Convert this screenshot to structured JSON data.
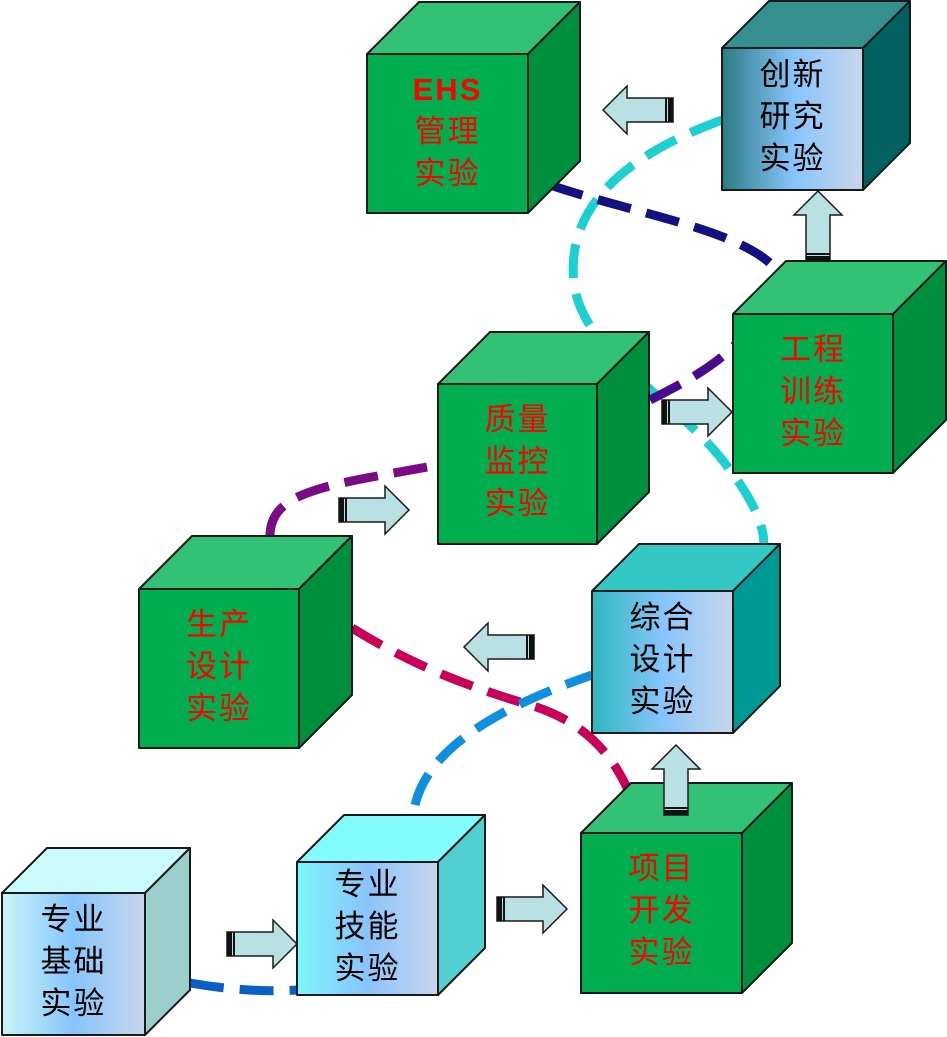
{
  "diagram": {
    "title": "Experiment teaching progression diagram",
    "colors": {
      "advanced_text": "#ff0000",
      "basic_text": "#000000",
      "green_front": "#00ad4f",
      "green_top": "#33c275",
      "green_side": "#008f3f",
      "arrow_fill": "#b9e0e3"
    },
    "boxes": [
      {
        "id": "professional-basic",
        "lines": [
          "专业",
          "基础",
          "实验"
        ],
        "style": "light-cyan"
      },
      {
        "id": "professional-skill",
        "lines": [
          "专业",
          "技能",
          "实验"
        ],
        "style": "cyan"
      },
      {
        "id": "project-development",
        "lines": [
          "项目",
          "开发",
          "实验"
        ],
        "style": "green"
      },
      {
        "id": "comprehensive-design",
        "lines": [
          "综合",
          "设计",
          "实验"
        ],
        "style": "teal"
      },
      {
        "id": "production-design",
        "lines": [
          "生产",
          "设计",
          "实验"
        ],
        "style": "green"
      },
      {
        "id": "quality-monitoring",
        "lines": [
          "质量",
          "监控",
          "实验"
        ],
        "style": "green"
      },
      {
        "id": "engineering-training",
        "lines": [
          "工程",
          "训练",
          "实验"
        ],
        "style": "green"
      },
      {
        "id": "innovation-research",
        "lines": [
          "创新",
          "研究",
          "实验"
        ],
        "style": "dark-teal"
      },
      {
        "id": "ehs-management",
        "lines": [
          "EHS",
          "管理",
          "实验"
        ],
        "style": "green"
      }
    ],
    "arrows": [
      {
        "from": "professional-basic",
        "to": "professional-skill",
        "direction": "right"
      },
      {
        "from": "professional-skill",
        "to": "project-development",
        "direction": "right"
      },
      {
        "from": "project-development",
        "to": "comprehensive-design",
        "direction": "up"
      },
      {
        "from": "comprehensive-design",
        "to": "production-design",
        "direction": "left"
      },
      {
        "from": "production-design",
        "to": "quality-monitoring",
        "direction": "right"
      },
      {
        "from": "quality-monitoring",
        "to": "engineering-training",
        "direction": "right"
      },
      {
        "from": "engineering-training",
        "to": "innovation-research",
        "direction": "up"
      },
      {
        "from": "innovation-research",
        "to": "ehs-management",
        "direction": "left"
      }
    ],
    "dashed_links": [
      {
        "name": "basic-skill-link",
        "color": "#0a5fc4"
      },
      {
        "name": "skill-comprehensive-link",
        "color": "#0f8fe0"
      },
      {
        "name": "production-project-link",
        "color": "#c8005a"
      },
      {
        "name": "production-quality-link",
        "color": "#7a0a86"
      },
      {
        "name": "quality-engineering-link",
        "color": "#4a0a90"
      },
      {
        "name": "engineering-ehs-link",
        "color": "#14107f"
      },
      {
        "name": "comprehensive-innovation-link",
        "color": "#1ccfd0"
      }
    ]
  }
}
